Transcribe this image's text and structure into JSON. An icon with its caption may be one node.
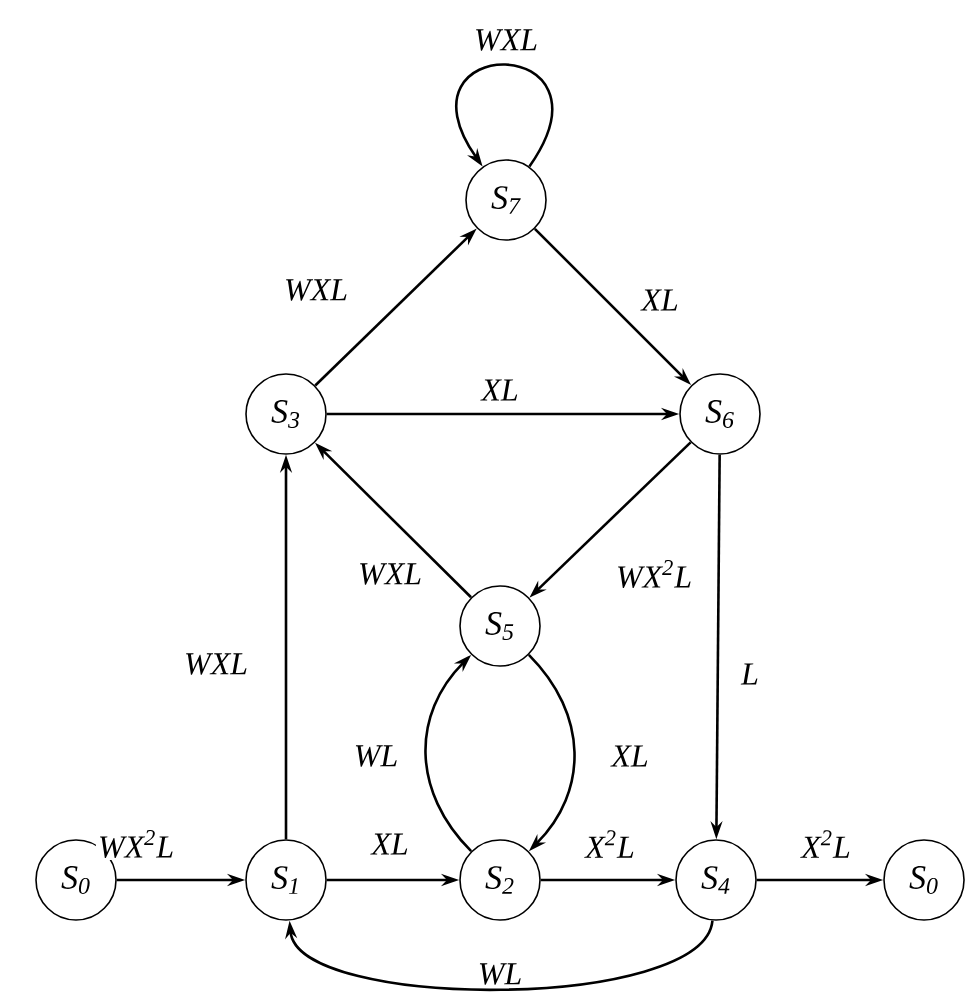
{
  "diagram": {
    "nodes": [
      {
        "text": [
          "S$_{0}$"
        ]
      },
      {
        "text": [
          "S$_{1}$"
        ]
      },
      {
        "text": [
          "S$_{2}$"
        ]
      },
      {
        "text": [
          "S$_{3}$"
        ]
      },
      {
        "text": [
          "S$_{4}$"
        ]
      },
      {
        "text": [
          "S$_{5}$"
        ]
      },
      {
        "text": [
          "S$_{6}$"
        ]
      },
      {
        "text": [
          "S$_{7}$"
        ]
      },
      {
        "text": [
          "S$_{0}$"
        ]
      }
    ],
    "edges": [
      {
        "from": 0,
        "to": 1,
        "arrow": "to",
        "label": "WX$^{2}$L"
      },
      {
        "from": 1,
        "to": 2,
        "arrow": "to",
        "label": "XL"
      },
      {
        "from": 2,
        "to": 4,
        "arrow": "to",
        "label": "X$^{2}$L"
      },
      {
        "from": 4,
        "to": 8,
        "arrow": "to",
        "label": "X$^{2}$L"
      },
      {
        "from": 1,
        "to": 3,
        "arrow": "to",
        "label": "WXL"
      },
      {
        "from": 3,
        "to": 7,
        "arrow": "to",
        "label": "WXL"
      },
      {
        "from": 7,
        "to": 7,
        "arrow": "to",
        "label": "WXL"
      },
      {
        "from": 7,
        "to": 6,
        "arrow": "to",
        "label": "XL"
      },
      {
        "from": 3,
        "to": 6,
        "arrow": "to",
        "label": "XL"
      },
      {
        "from": 6,
        "to": 5,
        "arrow": "to",
        "label": "WX$^{2}$L"
      },
      {
        "from": 5,
        "to": 3,
        "arrow": "to",
        "label": "WXL"
      },
      {
        "from": 6,
        "to": 4,
        "arrow": "to",
        "label": "L"
      },
      {
        "from": 5,
        "to": 2,
        "arrow": "to",
        "label": "XL"
      },
      {
        "from": 2,
        "to": 5,
        "arrow": "to",
        "label": "WL"
      },
      {
        "from": 4,
        "to": 1,
        "arrow": "to",
        "label": "WL"
      }
    ]
  }
}
